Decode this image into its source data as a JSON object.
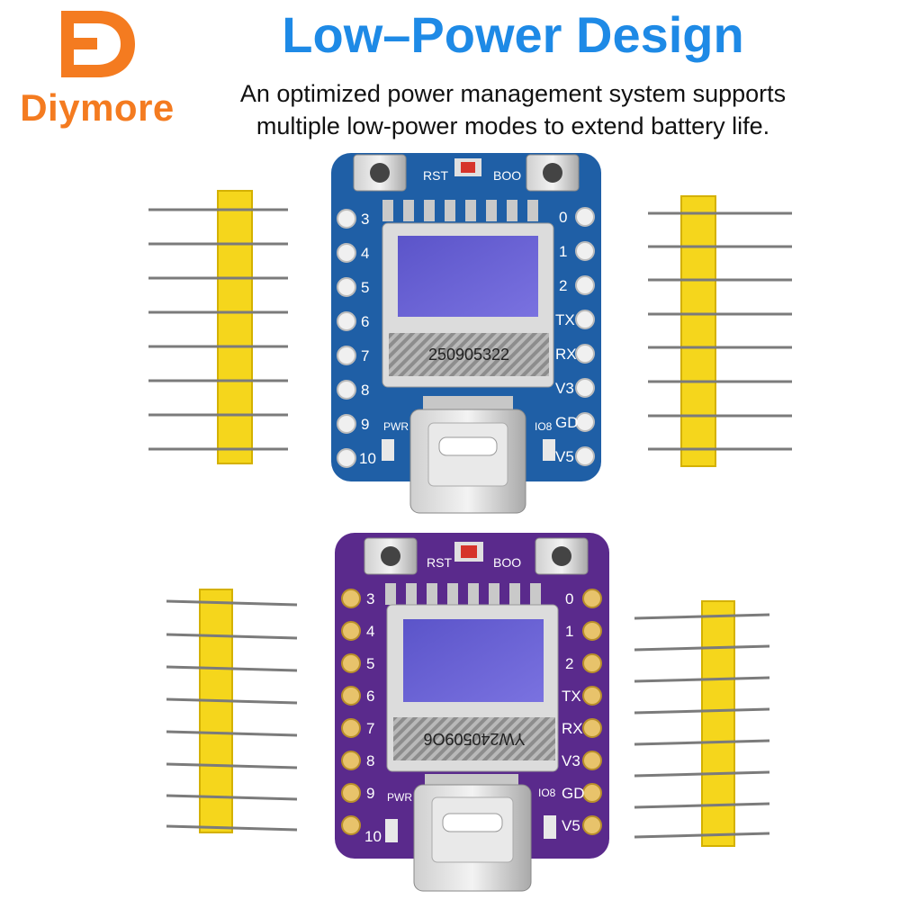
{
  "brand": {
    "name": "Diymore",
    "color": "#f47b20"
  },
  "header": {
    "title": "Low–Power Design",
    "subtitle_line1": "An optimized power management system supports",
    "subtitle_line2": "multiple low-power modes to extend battery life.",
    "title_color": "#1e8ae6"
  },
  "boards": [
    {
      "color": "#1f5fa6",
      "buttons": [
        "RST",
        "BOO"
      ],
      "left_pins": [
        "3",
        "4",
        "5",
        "6",
        "7",
        "8",
        "9",
        "10"
      ],
      "right_pins": [
        "0",
        "1",
        "2",
        "TX",
        "RX",
        "V3",
        "GD",
        "V5"
      ],
      "serial": "250905322",
      "labels": [
        "PWR",
        "IO8"
      ]
    },
    {
      "color": "#5a2a8c",
      "buttons": [
        "RST",
        "BOO"
      ],
      "left_pins": [
        "3",
        "4",
        "5",
        "6",
        "7",
        "8",
        "9",
        "10"
      ],
      "right_pins": [
        "0",
        "1",
        "2",
        "TX",
        "RX",
        "V3",
        "GD",
        "V5"
      ],
      "serial": "YW240509O6",
      "labels": [
        "PWR",
        "IO8"
      ]
    }
  ]
}
